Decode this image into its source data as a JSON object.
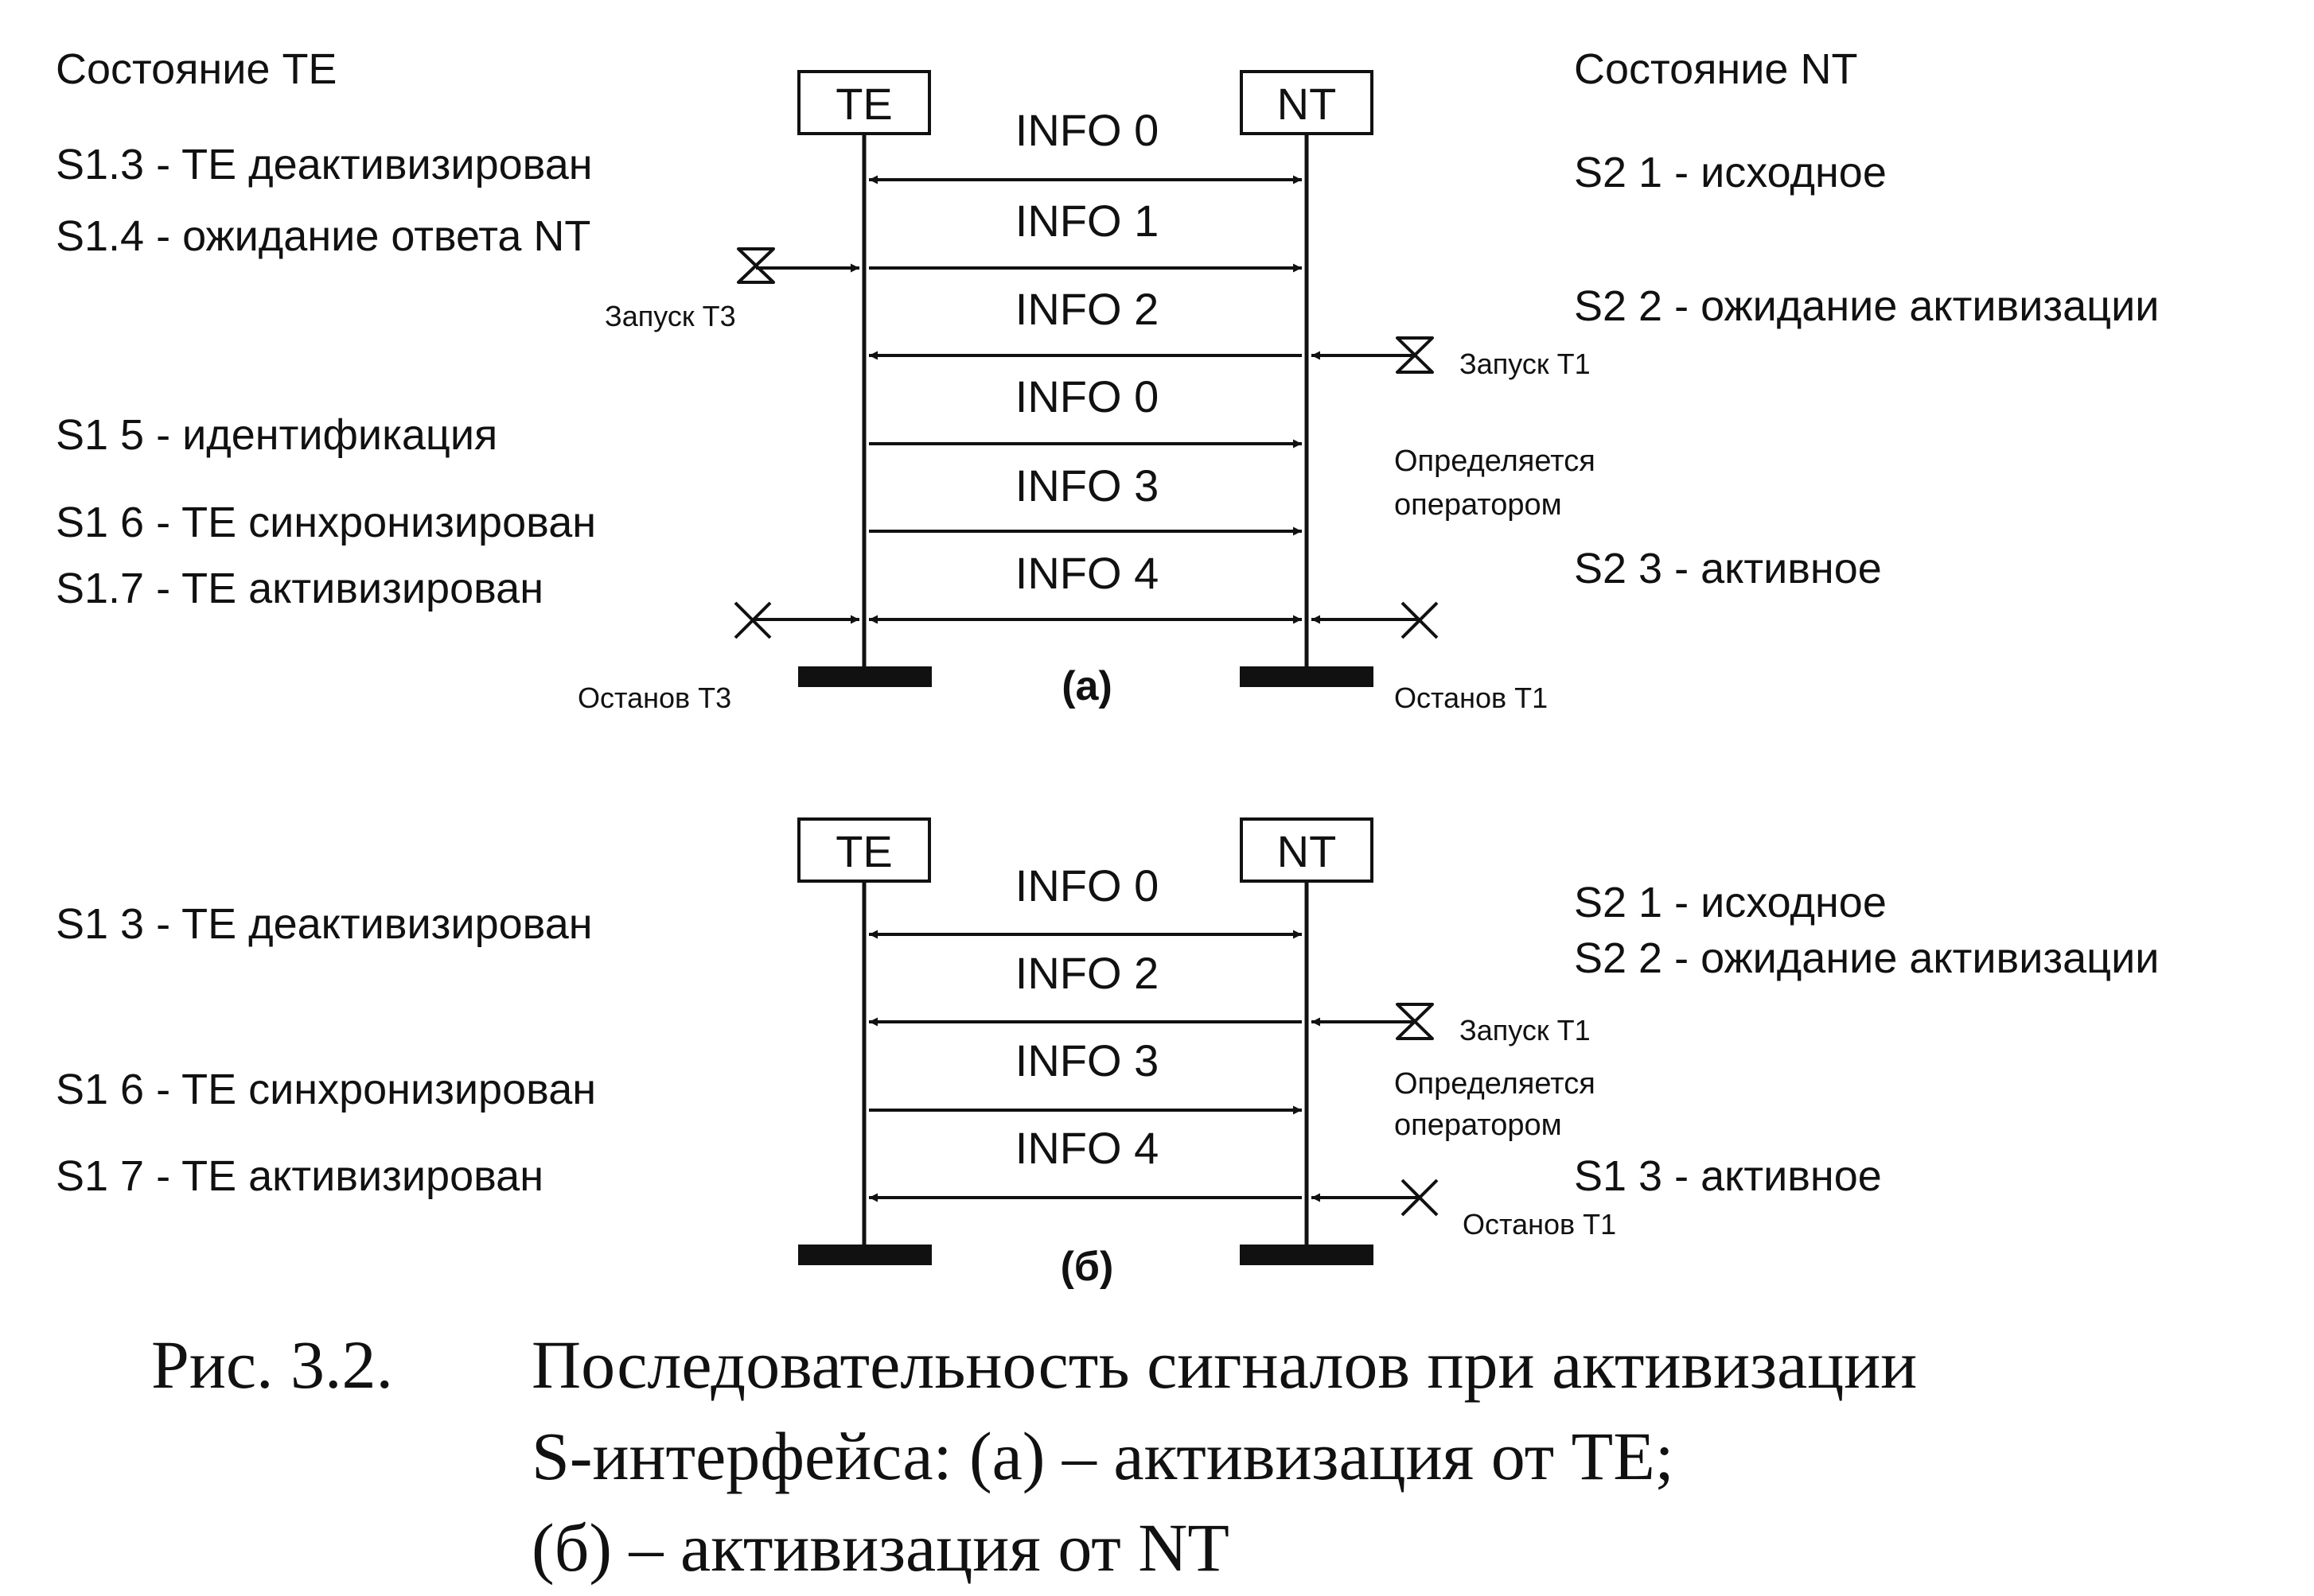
{
  "colors": {
    "ink": "#111111",
    "background": "#ffffff"
  },
  "diagram_a": {
    "te_box": "TE",
    "nt_box": "NT",
    "te_header": "Состояние TE",
    "nt_header": "Состояние NT",
    "te_states": [
      "S1.3 - TE деактивизирован",
      "S1.4 - ожидание ответа NT",
      "S1 5 - идентификация",
      "S1 6 - TE синхронизирован",
      "S1.7 - TE активизирован"
    ],
    "nt_states": [
      "S2 1 - исходное",
      "S2 2 - ожидание активизации",
      "S2 3 - активное"
    ],
    "messages": [
      "INFO 0",
      "INFO 1",
      "INFO 2",
      "INFO 0",
      "INFO 3",
      "INFO 4"
    ],
    "timer_start_te": "Запуск T3",
    "timer_start_nt": "Запуск T1",
    "operator_note_1": "Определяется",
    "operator_note_2": "оператором",
    "timer_stop_te": "Останов T3",
    "timer_stop_nt": "Останов T1",
    "label": "(a)"
  },
  "diagram_b": {
    "te_box": "TE",
    "nt_box": "NT",
    "te_states": [
      "S1 3 - TE деактивизирован",
      "S1 6 - TE синхронизирован",
      "S1 7 - TE активизирован"
    ],
    "nt_states": [
      "S2 1 - исходное",
      "S2 2 - ожидание активизации",
      "S1 3 - активное"
    ],
    "messages": [
      "INFO 0",
      "INFO 2",
      "INFO 3",
      "INFO 4"
    ],
    "timer_start_nt": "Запуск T1",
    "operator_note_1": "Определяется",
    "operator_note_2": "оператором",
    "timer_stop_nt": "Останов T1",
    "label": "(б)"
  },
  "caption": {
    "number": "Рис. 3.2.",
    "line1": "Последовательность сигналов при активизации",
    "line2": "S-интерфейса: (а) – активизация от TE;",
    "line3": "(б) – активизация от NT"
  }
}
